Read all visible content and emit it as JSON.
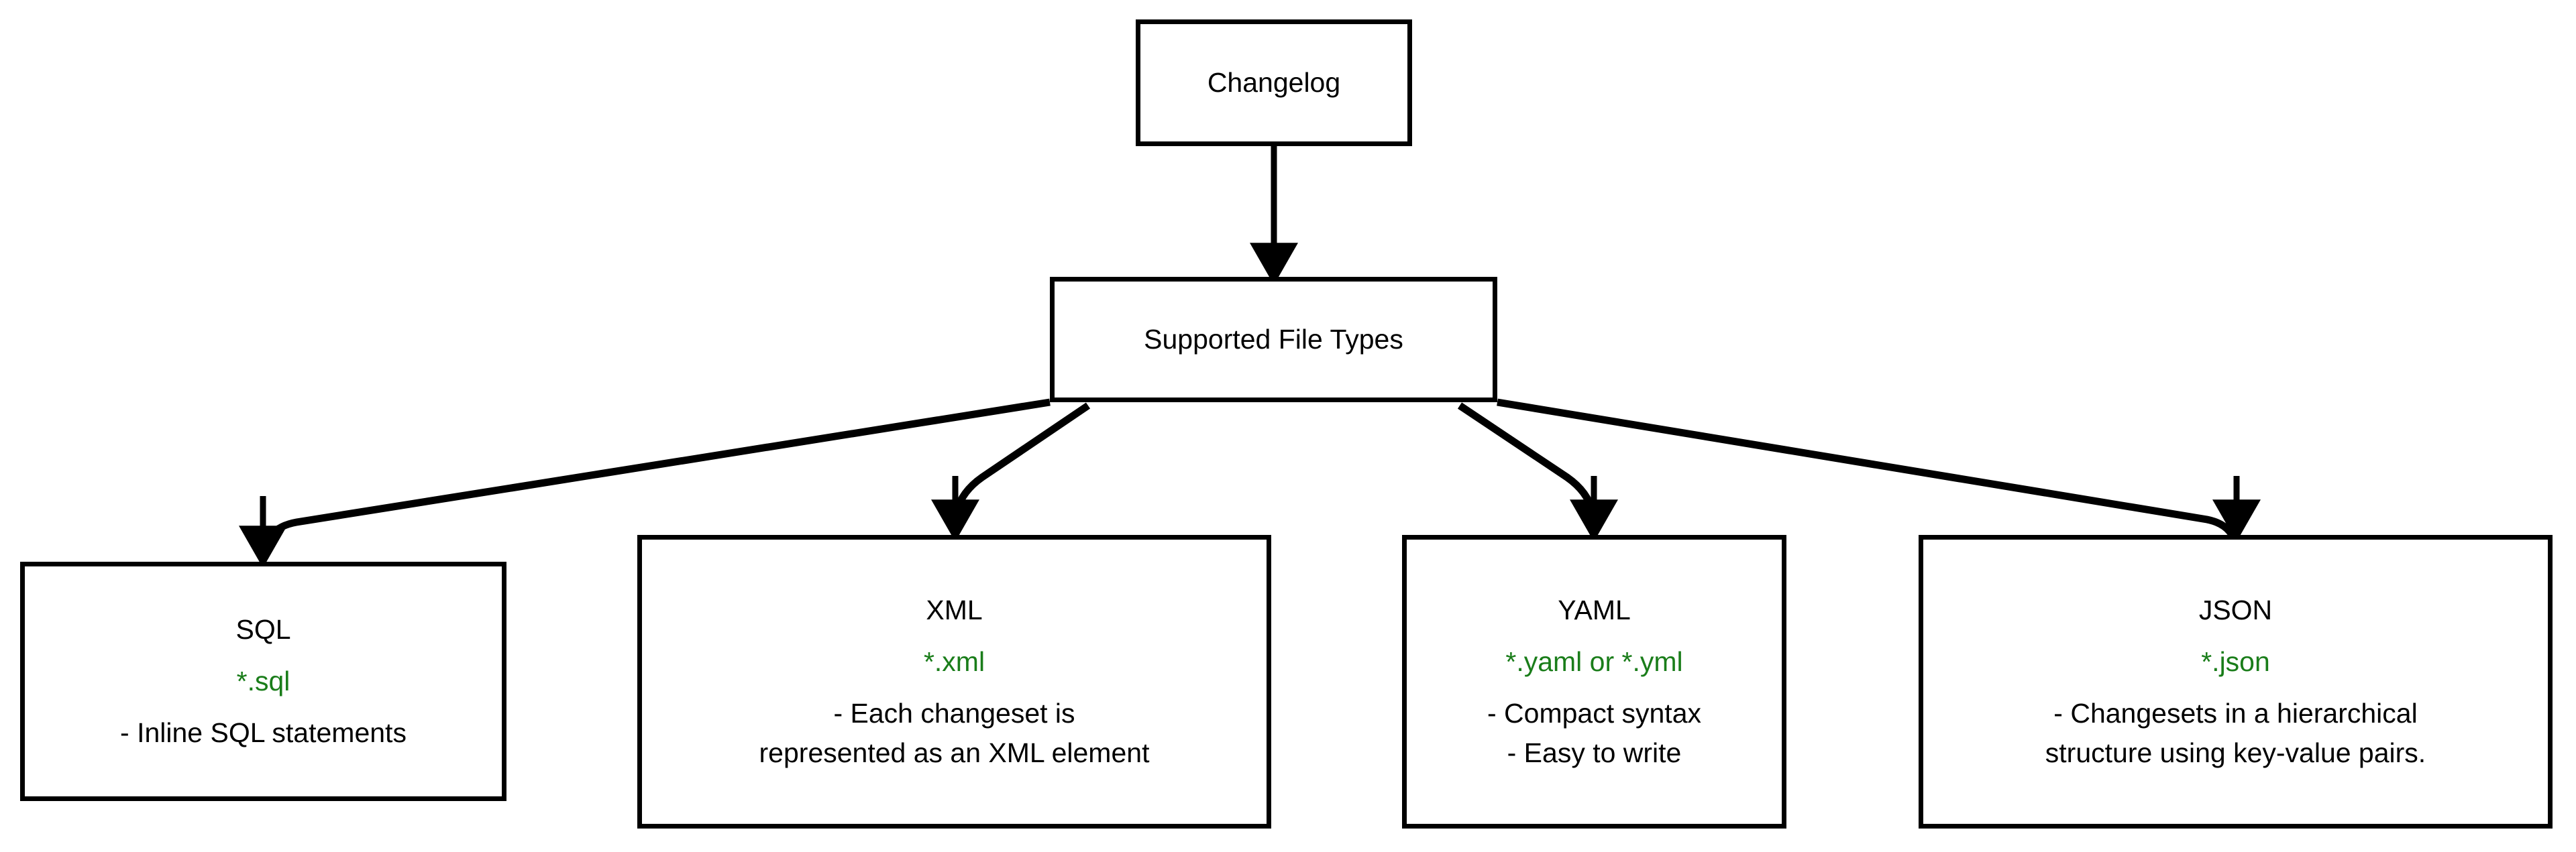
{
  "diagram": {
    "type": "flowchart",
    "orientation": "top-down",
    "background_color": "#ffffff",
    "node_border_color": "#000000",
    "edge_color": "#000000",
    "text_color": "#000000",
    "accent_green": "#1a7d1a",
    "nodes": {
      "changelog": {
        "label": "Changelog"
      },
      "supported": {
        "label": "Supported File Types"
      },
      "sql": {
        "title": "SQL",
        "extension": "*.sql",
        "desc_line1": "- Inline SQL statements",
        "desc_line2": ""
      },
      "xml": {
        "title": "XML",
        "extension": "*.xml",
        "desc_line1": "- Each changeset is",
        "desc_line2": "represented as an XML element"
      },
      "yaml": {
        "title": "YAML",
        "extension": "*.yaml or *.yml",
        "desc_line1": "- Compact syntax",
        "desc_line2": "- Easy to write"
      },
      "json": {
        "title": "JSON",
        "extension": "*.json",
        "desc_line1": "- Changesets in a hierarchical",
        "desc_line2": "structure using key-value pairs."
      }
    },
    "edges": [
      {
        "from": "Changelog",
        "to": "Supported File Types"
      },
      {
        "from": "Supported File Types",
        "to": "SQL"
      },
      {
        "from": "Supported File Types",
        "to": "XML"
      },
      {
        "from": "Supported File Types",
        "to": "YAML"
      },
      {
        "from": "Supported File Types",
        "to": "JSON"
      }
    ]
  }
}
